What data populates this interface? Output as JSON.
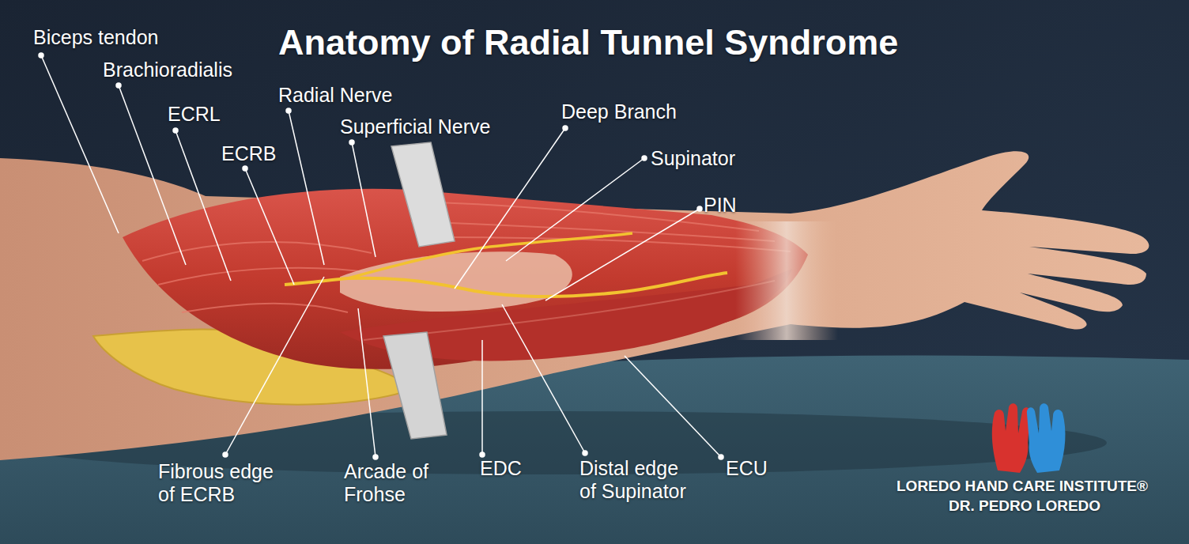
{
  "diagram": {
    "title": "Anatomy of Radial Tunnel Syndrome",
    "labels": [
      "Biceps tendon",
      "Brachioradialis",
      "ECRL",
      "ECRB",
      "Radial Nerve",
      "Superficial Nerve",
      "Deep Branch",
      "Supinator",
      "PIN",
      "Fibrous edge of ECRB",
      "Arcade of Frohse",
      "EDC",
      "Distal edge of Supinator",
      "ECU",
      "LOREDO HAND CARE INSTITUTE®",
      "DR. PEDRO LOREDO"
    ]
  }
}
